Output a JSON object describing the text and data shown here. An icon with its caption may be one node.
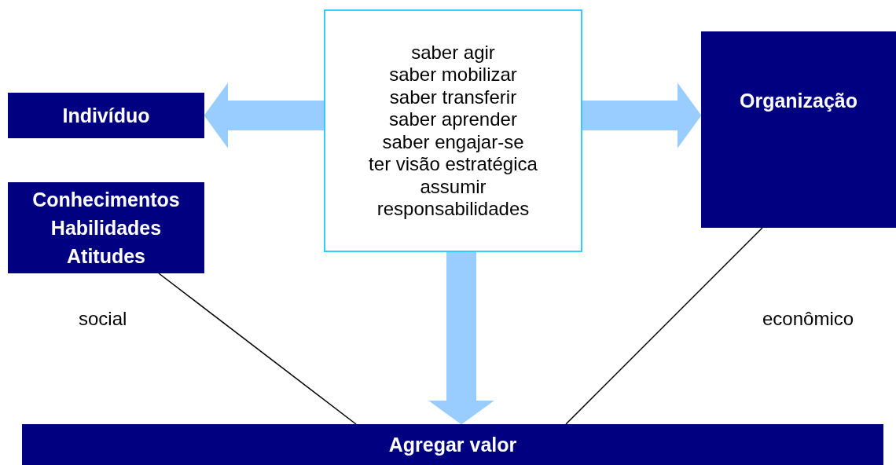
{
  "diagram": {
    "nodes": [
      {
        "text": [
          "Indivíduo"
        ]
      },
      {
        "text": [
          "Conhecimentos Habilidades Atitudes"
        ]
      },
      {
        "text": [
          "saber agir",
          "saber mobilizar",
          "saber transferir",
          "saber aprender",
          "saber engajar-se",
          "ter visão estratégica",
          "assumir responsabilidades"
        ]
      },
      {
        "text": [
          "Organização"
        ]
      },
      {
        "text": [
          "Agregar valor"
        ]
      }
    ],
    "edges": [
      {
        "from": 2,
        "to": 0,
        "arrow": "to"
      },
      {
        "from": 2,
        "to": 3,
        "arrow": "to"
      },
      {
        "from": 2,
        "to": 4,
        "arrow": "to"
      },
      {
        "from": 1,
        "to": 4,
        "arrow": "none",
        "color": "#000000"
      },
      {
        "from": 3,
        "to": 4,
        "arrow": "none",
        "color": "#000000"
      }
    ],
    "labels": [
      "social",
      "econômico"
    ]
  }
}
